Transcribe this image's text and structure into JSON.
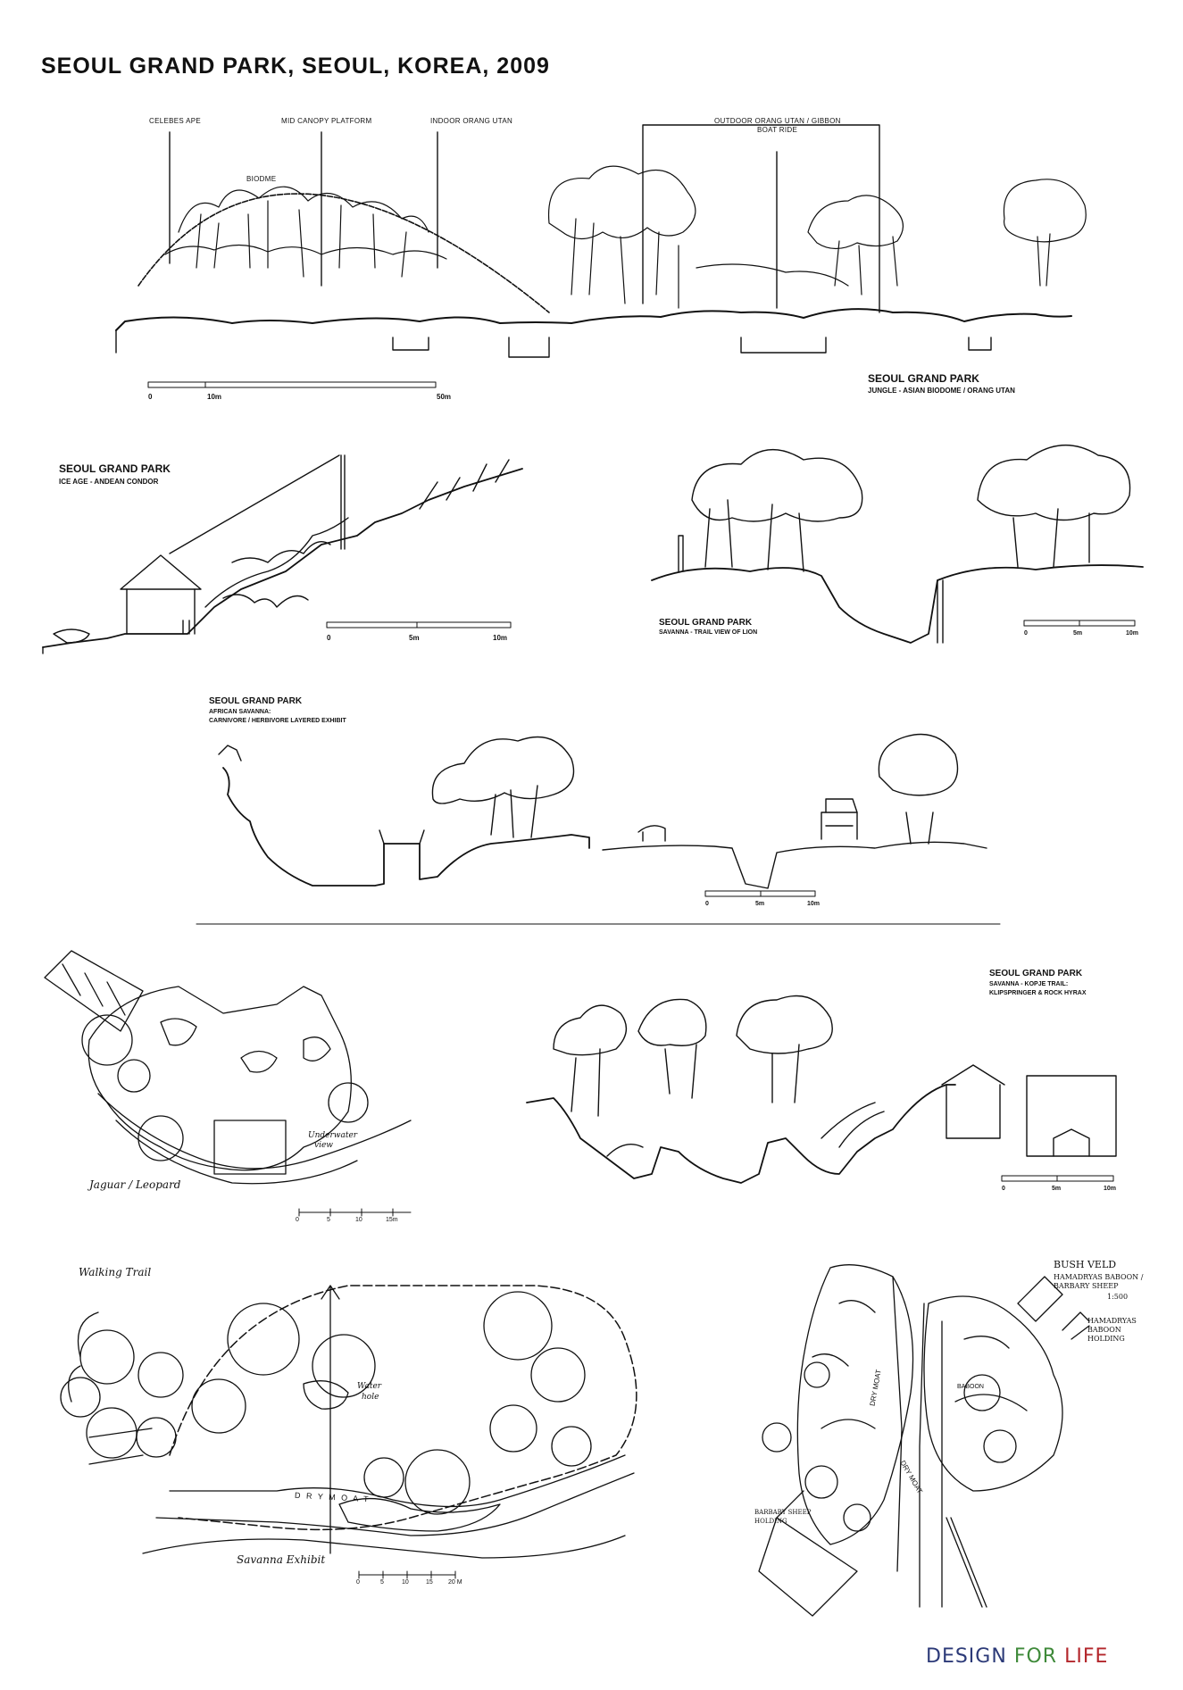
{
  "page": {
    "title": "SEOUL GRAND PARK, SEOUL, KOREA, 2009"
  },
  "brand": {
    "design": "DESIGN",
    "for": "FOR",
    "life": "LIFE",
    "colors": {
      "design": "#2c3a78",
      "for": "#3f8a3a",
      "life": "#b3262b"
    }
  },
  "jungle": {
    "title": "SEOUL GRAND PARK",
    "subtitle": "JUNGLE - ASIAN BIODOME / ORANG UTAN",
    "labels": {
      "celebes": "CELEBES APE",
      "canopy": "MID CANOPY PLATFORM",
      "indoor": "INDOOR ORANG UTAN",
      "outdoor_1": "OUTDOOR ORANG UTAN / GIBBON",
      "outdoor_2": "BOAT RIDE",
      "biodome": "BIODME"
    },
    "scale": [
      "0",
      "10m",
      "50m"
    ]
  },
  "condor": {
    "title": "SEOUL GRAND PARK",
    "subtitle": "ICE AGE - ANDEAN CONDOR",
    "scale": [
      "0",
      "5m",
      "10m"
    ]
  },
  "lion": {
    "title": "SEOUL GRAND PARK",
    "subtitle": "SAVANNA - TRAIL VIEW OF LION",
    "scale": [
      "0",
      "5m",
      "10m"
    ]
  },
  "african": {
    "title": "SEOUL GRAND PARK",
    "subtitle_1": "AFRICAN SAVANNA:",
    "subtitle_2": "CARNIVORE / HERBIVORE LAYERED EXHIBIT",
    "scale": [
      "0",
      "5m",
      "10m"
    ]
  },
  "jaguar": {
    "label": "Jaguar / Leopard",
    "underwater": "Underwater",
    "view": "view",
    "scale": [
      "0",
      "5",
      "10",
      "15m"
    ]
  },
  "kopje": {
    "title": "SEOUL GRAND PARK",
    "subtitle_1": "SAVANNA - KOPJE TRAIL:",
    "subtitle_2": "KLIPSPRINGER & ROCK HYRAX",
    "scale": [
      "0",
      "5m",
      "10m"
    ]
  },
  "savanna_plan": {
    "walking_trail": "Walking Trail",
    "water": "Water",
    "hole": "hole",
    "dry_moat": "D R Y   M O A T",
    "exhibit": "Savanna Exhibit",
    "scale": [
      "0",
      "5",
      "10",
      "15",
      "20 M"
    ]
  },
  "bush_veld": {
    "title": "BUSH VELD",
    "sub_1": "HAMADRYAS BABOON /",
    "sub_2": "BARBARY SHEEP",
    "scale_text": "1:500",
    "baboon_1": "HAMADRYAS",
    "baboon_2": "BABOON",
    "baboon_3": "HOLDING",
    "sheep_1": "BARBARY SHEEP",
    "sheep_2": "HOLDING",
    "moat_1": "DRY MOAT",
    "moat_2": "DRY MOAT",
    "baboon_area": "BABOON"
  }
}
